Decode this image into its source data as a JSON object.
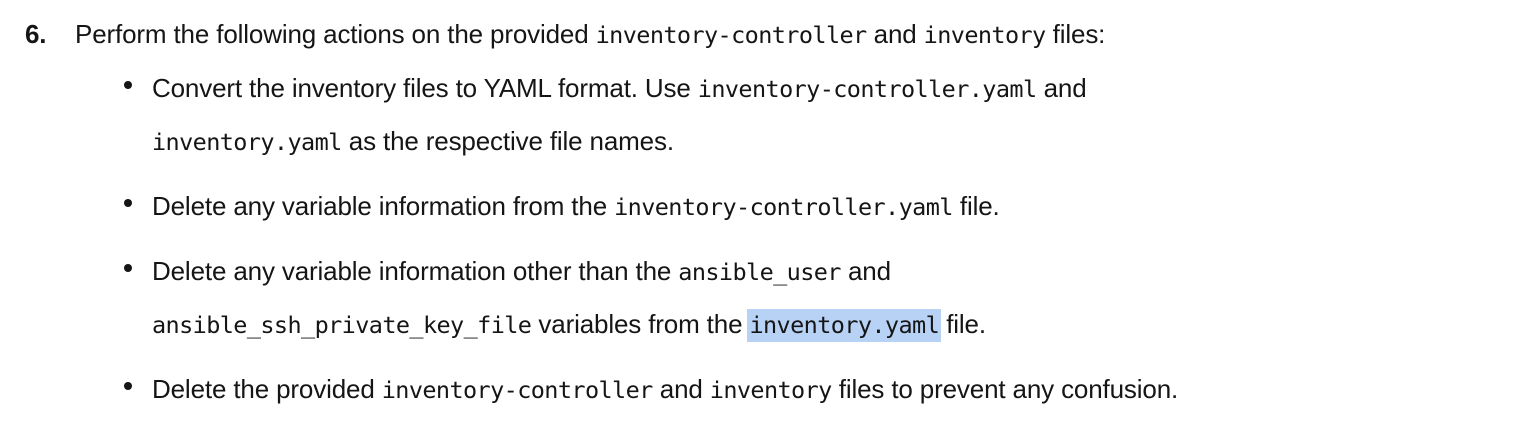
{
  "step": {
    "number": "6.",
    "intro": {
      "lead": "Perform the following actions on the provided ",
      "code1": "inventory-controller",
      "mid": " and ",
      "code2": "inventory",
      "tail": " files:"
    }
  },
  "bullets": [
    {
      "id": "convert-to-yaml",
      "line1": {
        "t1": "Convert the inventory files to YAML format. Use ",
        "c1": "inventory-controller.yaml",
        "t2": " and"
      },
      "line2": {
        "c1": "inventory.yaml",
        "t1": " as the respective file names."
      }
    },
    {
      "id": "delete-controller-vars",
      "line1": {
        "t1": "Delete any variable information from the ",
        "c1": "inventory-controller.yaml",
        "t2": " file."
      }
    },
    {
      "id": "delete-inventory-vars",
      "line1": {
        "t1": "Delete any variable information other than the ",
        "c1": "ansible_user",
        "t2": " and"
      },
      "line2": {
        "c1": "ansible_ssh_private_key_file",
        "t1": " variables from the ",
        "c2": "inventory.yaml",
        "t2": " file."
      }
    },
    {
      "id": "delete-provided-files",
      "line1": {
        "t1": "Delete the provided ",
        "c1": "inventory-controller",
        "t2": " and ",
        "c2": "inventory",
        "t3": " files to prevent any confusion."
      }
    }
  ],
  "colors": {
    "text": "#151515",
    "highlight": "#b8d2f5",
    "background": "#ffffff"
  }
}
